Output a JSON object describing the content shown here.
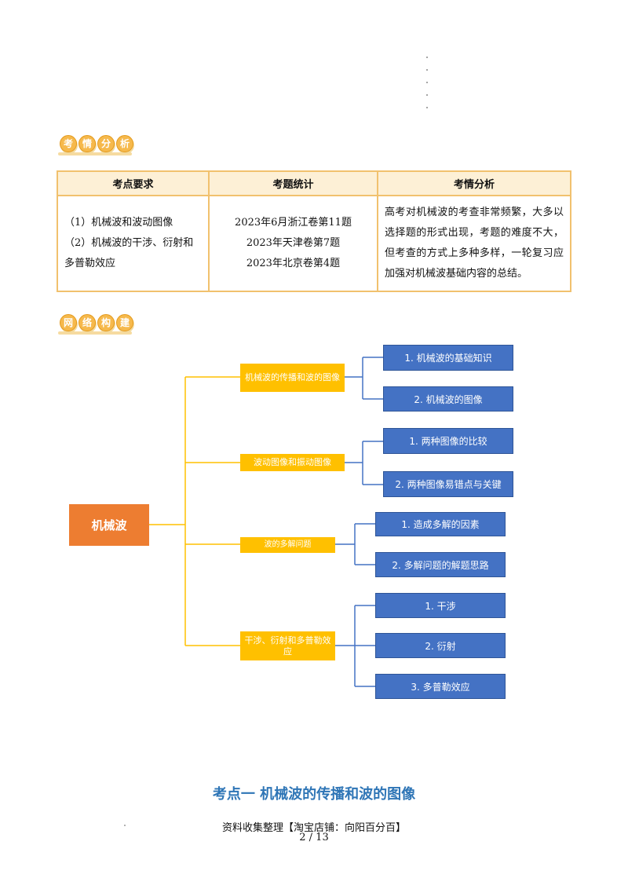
{
  "section1": {
    "badge_chars": [
      "考",
      "情",
      "分",
      "析"
    ]
  },
  "table": {
    "headers": [
      "考点要求",
      "考题统计",
      "考情分析"
    ],
    "requirements": [
      "（1）机械波和波动图像",
      "（2）机械波的干涉、衍射和多普勒效应"
    ],
    "statistics": [
      "2023年6月浙江卷第11题",
      "2023年天津卷第7题",
      "2023年北京卷第4题"
    ],
    "analysis": "高考对机械波的考查非常频繁，大多以选择题的形式出现，考题的难度不大，但考查的方式上多种多样，一轮复习应加强对机械波基础内容的总结。"
  },
  "section2": {
    "badge_chars": [
      "网",
      "络",
      "构",
      "建"
    ]
  },
  "mindmap": {
    "root": "机械波",
    "branches": [
      {
        "label": "机械波的传播和波的图像",
        "children": [
          "1. 机械波的基础知识",
          "2. 机械波的图像"
        ]
      },
      {
        "label": "波动图像和振动图像",
        "children": [
          "1. 两种图像的比较",
          "2. 两种图像易错点与关键"
        ]
      },
      {
        "label": "波的多解问题",
        "children": [
          "1. 造成多解的因素",
          "2. 多解问题的解题思路"
        ]
      },
      {
        "label": "干涉、衍射和多普勒效应",
        "children": [
          "1. 干涉",
          "2. 衍射",
          "3. 多普勒效应"
        ]
      }
    ],
    "colors": {
      "root": "#ed7d31",
      "branch": "#ffc000",
      "leaf": "#4472c4",
      "connector_root": "#ffc000",
      "connector_leaf": "#4472c4"
    }
  },
  "section_title": "考点一  机械波的传播和波的图像",
  "footer": {
    "source": "资料收集整理【淘宝店铺：向阳百分百】",
    "page": "2 / 13"
  }
}
